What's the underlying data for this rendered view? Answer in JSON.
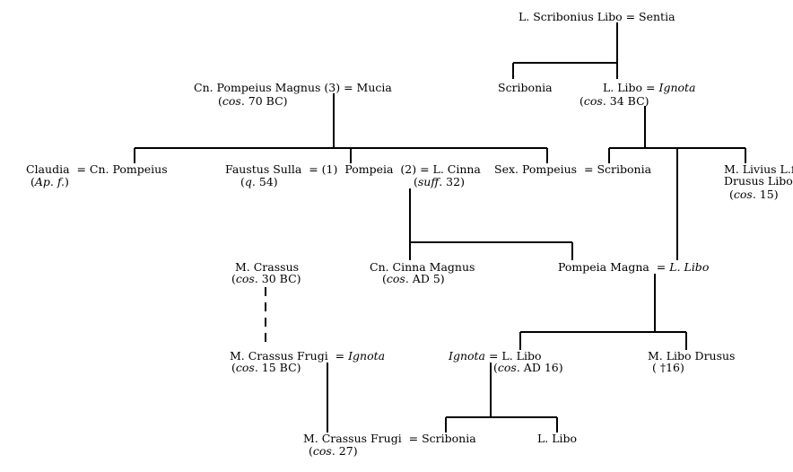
{
  "people": {
    "libo_sentia": {
      "line1": "L. Scribonius Libo = Sentia"
    },
    "scribonia": {
      "line1": "Scribonia"
    },
    "libo_ignota": {
      "line1_a": "L. Libo = ",
      "line1_b": "Ignota",
      "line2_a": "(",
      "line2_b": "cos",
      "line2_c": ". 34 BC)"
    },
    "pompeius_mucia": {
      "line1": "Cn. Pompeius Magnus (3) = Mucia",
      "line2_a": "(",
      "line2_b": "cos",
      "line2_c": ". 70 BC)"
    },
    "claudia_pompeius": {
      "line1": "Claudia  = Cn. Pompeius",
      "line2_a": "(",
      "line2_b": "Ap. f.",
      "line2_c": ")"
    },
    "faustus_pompeia_cinna": {
      "line1": "Faustus Sulla  = (1)  Pompeia  (2) = L. Cinna",
      "line2_a": "(",
      "line2_b": "q",
      "line2_c": ". 54)",
      "line3_a": "(",
      "line3_b": "suff",
      "line3_c": ". 32)"
    },
    "sex_pompeius": {
      "line1": "Sex. Pompeius  = Scribonia"
    },
    "livius_drusus": {
      "line1": "M. Livius L.f.",
      "line2": "Drusus Libo",
      "line3_a": "(",
      "line3_b": "cos",
      "line3_c": ". 15)"
    },
    "crassus": {
      "line1": "M. Crassus",
      "line2_a": "(",
      "line2_b": "cos",
      "line2_c": ". 30 BC)"
    },
    "cinna_magnus": {
      "line1": "Cn. Cinna Magnus",
      "line2_a": "(",
      "line2_b": "cos",
      "line2_c": ". AD 5)"
    },
    "pompeia_magna": {
      "line1_a": "Pompeia Magna  = ",
      "line1_b": "L. Libo"
    },
    "crassus_frugi_ignota": {
      "line1_a": "M. Crassus Frugi  = ",
      "line1_b": "Ignota",
      "line2_a": "(",
      "line2_b": "cos",
      "line2_c": ". 15 BC)"
    },
    "ignota_libo": {
      "line1_a": "Ignota",
      "line1_b": " = L. Libo",
      "line2_a": "(",
      "line2_b": "cos",
      "line2_c": ". AD 16)"
    },
    "libo_drusus": {
      "line1": "M. Libo Drusus",
      "line2": "( †16)"
    },
    "crassus_frugi_scribonia": {
      "line1": "M. Crassus Frugi  = Scribonia",
      "line2_a": "(",
      "line2_b": "cos",
      "line2_c": ". 27)"
    },
    "l_libo_child": {
      "line1": "L. Libo"
    }
  }
}
